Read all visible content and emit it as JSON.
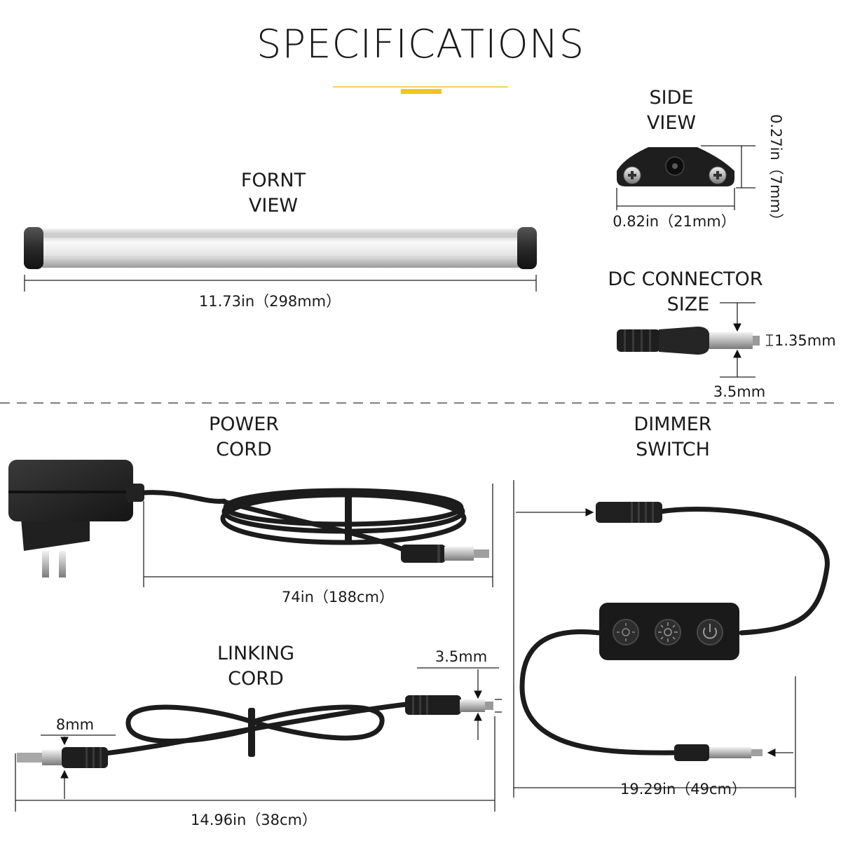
{
  "title": "SPECIFICATIONS",
  "accent_color": "#f5c518",
  "front_view": {
    "label_line1": "FORNT",
    "label_line2": "VIEW",
    "length": "11.73in（298mm）"
  },
  "side_view": {
    "label_line1": "SIDE",
    "label_line2": "VIEW",
    "width": "0.82in（21mm）",
    "height": "0.27in（7mm）"
  },
  "dc_connector": {
    "label_line1": "DC CONNECTOR",
    "label_line2": "SIZE",
    "inner": "1.35mm",
    "outer": "3.5mm"
  },
  "power_cord": {
    "label_line1": "POWER",
    "label_line2": "CORD",
    "length": "74in（188cm）"
  },
  "dimmer_switch": {
    "label_line1": "DIMMER",
    "label_line2": "SWITCH",
    "length": "19.29in（49cm）"
  },
  "linking_cord": {
    "label_line1": "LINKING",
    "label_line2": "CORD",
    "plug_size": "3.5mm",
    "jack_size": "8mm",
    "length": "14.96in（38cm）"
  }
}
